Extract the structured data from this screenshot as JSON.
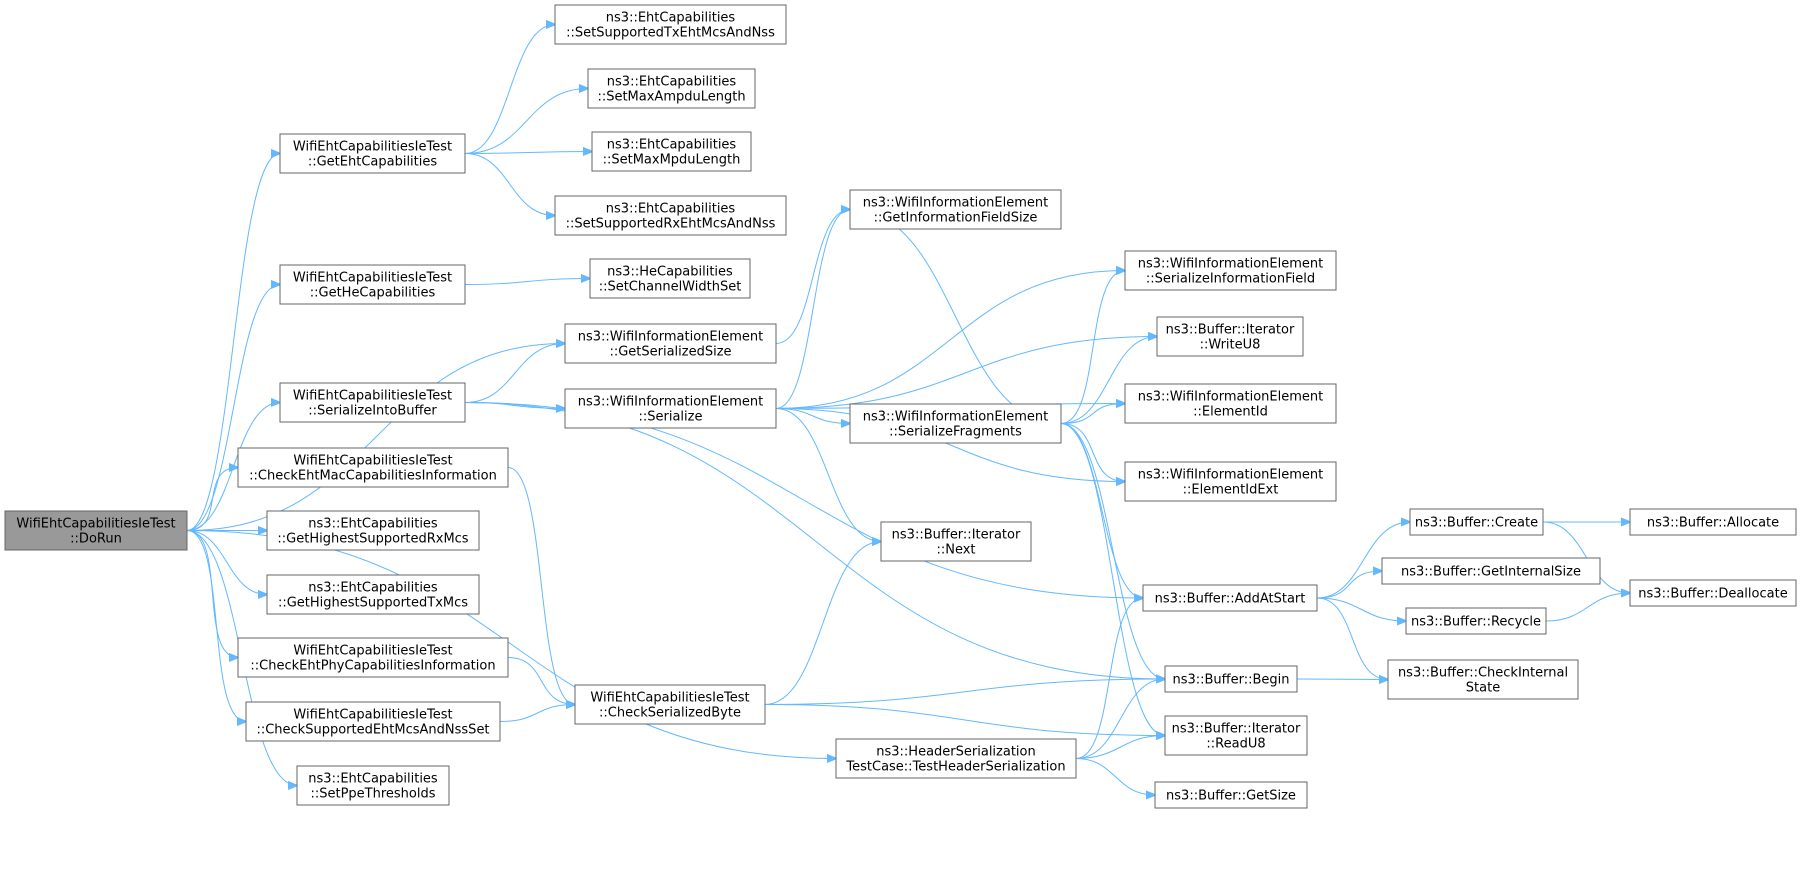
{
  "diagram": {
    "type": "call-graph",
    "accent_color": "#63b8ff",
    "root_color": "#999999",
    "nodes": [
      {
        "id": "dorun",
        "lines": [
          "WifiEhtCapabilitiesIeTest",
          "::DoRun"
        ],
        "root": true
      },
      {
        "id": "getEht",
        "lines": [
          "WifiEhtCapabilitiesIeTest",
          "::GetEhtCapabilities"
        ]
      },
      {
        "id": "setTxMcs",
        "lines": [
          "ns3::EhtCapabilities",
          "::SetSupportedTxEhtMcsAndNss"
        ]
      },
      {
        "id": "setMaxAmpdu",
        "lines": [
          "ns3::EhtCapabilities",
          "::SetMaxAmpduLength"
        ]
      },
      {
        "id": "setMaxMpdu",
        "lines": [
          "ns3::EhtCapabilities",
          "::SetMaxMpduLength"
        ]
      },
      {
        "id": "setRxMcs",
        "lines": [
          "ns3::EhtCapabilities",
          "::SetSupportedRxEhtMcsAndNss"
        ]
      },
      {
        "id": "getHe",
        "lines": [
          "WifiEhtCapabilitiesIeTest",
          "::GetHeCapabilities"
        ]
      },
      {
        "id": "setChanWidth",
        "lines": [
          "ns3::HeCapabilities",
          "::SetChannelWidthSet"
        ]
      },
      {
        "id": "getSerSize",
        "lines": [
          "ns3::WifiInformationElement",
          "::GetSerializedSize"
        ]
      },
      {
        "id": "getInfoSize",
        "lines": [
          "ns3::WifiInformationElement",
          "::GetInformationFieldSize"
        ]
      },
      {
        "id": "serInto",
        "lines": [
          "WifiEhtCapabilitiesIeTest",
          "::SerializeIntoBuffer"
        ]
      },
      {
        "id": "serialize",
        "lines": [
          "ns3::WifiInformationElement",
          "::Serialize"
        ]
      },
      {
        "id": "serInfoField",
        "lines": [
          "ns3::WifiInformationElement",
          "::SerializeInformationField"
        ]
      },
      {
        "id": "writeU8",
        "lines": [
          "ns3::Buffer::Iterator",
          "::WriteU8"
        ]
      },
      {
        "id": "serFrag",
        "lines": [
          "ns3::WifiInformationElement",
          "::SerializeFragments"
        ]
      },
      {
        "id": "elemId",
        "lines": [
          "ns3::WifiInformationElement",
          "::ElementId"
        ]
      },
      {
        "id": "elemIdExt",
        "lines": [
          "ns3::WifiInformationElement",
          "::ElementIdExt"
        ]
      },
      {
        "id": "checkMac",
        "lines": [
          "WifiEhtCapabilitiesIeTest",
          "::CheckEhtMacCapabilitiesInformation"
        ]
      },
      {
        "id": "getHighRx",
        "lines": [
          "ns3::EhtCapabilities",
          "::GetHighestSupportedRxMcs"
        ]
      },
      {
        "id": "getHighTx",
        "lines": [
          "ns3::EhtCapabilities",
          "::GetHighestSupportedTxMcs"
        ]
      },
      {
        "id": "checkPhy",
        "lines": [
          "WifiEhtCapabilitiesIeTest",
          "::CheckEhtPhyCapabilitiesInformation"
        ]
      },
      {
        "id": "checkMcs",
        "lines": [
          "WifiEhtCapabilitiesIeTest",
          "::CheckSupportedEhtMcsAndNssSet"
        ]
      },
      {
        "id": "setPpe",
        "lines": [
          "ns3::EhtCapabilities",
          "::SetPpeThresholds"
        ]
      },
      {
        "id": "next",
        "lines": [
          "ns3::Buffer::Iterator",
          "::Next"
        ]
      },
      {
        "id": "checkByte",
        "lines": [
          "WifiEhtCapabilitiesIeTest",
          "::CheckSerializedByte"
        ]
      },
      {
        "id": "testHdr",
        "lines": [
          "ns3::HeaderSerialization",
          "TestCase::TestHeaderSerialization"
        ]
      },
      {
        "id": "addAtStart",
        "lines": [
          "ns3::Buffer::AddAtStart"
        ]
      },
      {
        "id": "begin",
        "lines": [
          "ns3::Buffer::Begin"
        ]
      },
      {
        "id": "readU8",
        "lines": [
          "ns3::Buffer::Iterator",
          "::ReadU8"
        ]
      },
      {
        "id": "getSize",
        "lines": [
          "ns3::Buffer::GetSize"
        ]
      },
      {
        "id": "create",
        "lines": [
          "ns3::Buffer::Create"
        ]
      },
      {
        "id": "allocate",
        "lines": [
          "ns3::Buffer::Allocate"
        ]
      },
      {
        "id": "getInternalSize",
        "lines": [
          "ns3::Buffer::GetInternalSize"
        ]
      },
      {
        "id": "deallocate",
        "lines": [
          "ns3::Buffer::Deallocate"
        ]
      },
      {
        "id": "recycle",
        "lines": [
          "ns3::Buffer::Recycle"
        ]
      },
      {
        "id": "checkInternal",
        "lines": [
          "ns3::Buffer::CheckInternal",
          "State"
        ]
      }
    ],
    "edges": [
      [
        "dorun",
        "getEht"
      ],
      [
        "dorun",
        "getHe"
      ],
      [
        "dorun",
        "getSerSize"
      ],
      [
        "dorun",
        "serInto"
      ],
      [
        "dorun",
        "checkMac"
      ],
      [
        "dorun",
        "getHighRx"
      ],
      [
        "dorun",
        "getHighTx"
      ],
      [
        "dorun",
        "checkPhy"
      ],
      [
        "dorun",
        "checkMcs"
      ],
      [
        "dorun",
        "setPpe"
      ],
      [
        "dorun",
        "testHdr"
      ],
      [
        "getEht",
        "setTxMcs"
      ],
      [
        "getEht",
        "setMaxAmpdu"
      ],
      [
        "getEht",
        "setMaxMpdu"
      ],
      [
        "getEht",
        "setRxMcs"
      ],
      [
        "getHe",
        "setChanWidth"
      ],
      [
        "getSerSize",
        "getInfoSize"
      ],
      [
        "serInto",
        "getSerSize"
      ],
      [
        "serInto",
        "serialize"
      ],
      [
        "serInto",
        "addAtStart"
      ],
      [
        "serInto",
        "begin"
      ],
      [
        "serialize",
        "getInfoSize"
      ],
      [
        "serialize",
        "serInfoField"
      ],
      [
        "serialize",
        "writeU8"
      ],
      [
        "serialize",
        "serFrag"
      ],
      [
        "serialize",
        "elemId"
      ],
      [
        "serialize",
        "elemIdExt"
      ],
      [
        "serialize",
        "next"
      ],
      [
        "serFrag",
        "getInfoSize"
      ],
      [
        "serFrag",
        "serInfoField"
      ],
      [
        "serFrag",
        "writeU8"
      ],
      [
        "serFrag",
        "elemId"
      ],
      [
        "serFrag",
        "elemIdExt"
      ],
      [
        "serFrag",
        "addAtStart"
      ],
      [
        "serFrag",
        "begin"
      ],
      [
        "serFrag",
        "readU8"
      ],
      [
        "checkMac",
        "checkByte"
      ],
      [
        "checkPhy",
        "checkByte"
      ],
      [
        "checkMcs",
        "checkByte"
      ],
      [
        "checkByte",
        "next"
      ],
      [
        "checkByte",
        "begin"
      ],
      [
        "checkByte",
        "readU8"
      ],
      [
        "testHdr",
        "addAtStart"
      ],
      [
        "testHdr",
        "begin"
      ],
      [
        "testHdr",
        "readU8"
      ],
      [
        "testHdr",
        "getSize"
      ],
      [
        "addAtStart",
        "create"
      ],
      [
        "addAtStart",
        "getInternalSize"
      ],
      [
        "addAtStart",
        "recycle"
      ],
      [
        "addAtStart",
        "checkInternal"
      ],
      [
        "create",
        "allocate"
      ],
      [
        "create",
        "deallocate"
      ],
      [
        "recycle",
        "deallocate"
      ],
      [
        "begin",
        "checkInternal"
      ]
    ]
  }
}
